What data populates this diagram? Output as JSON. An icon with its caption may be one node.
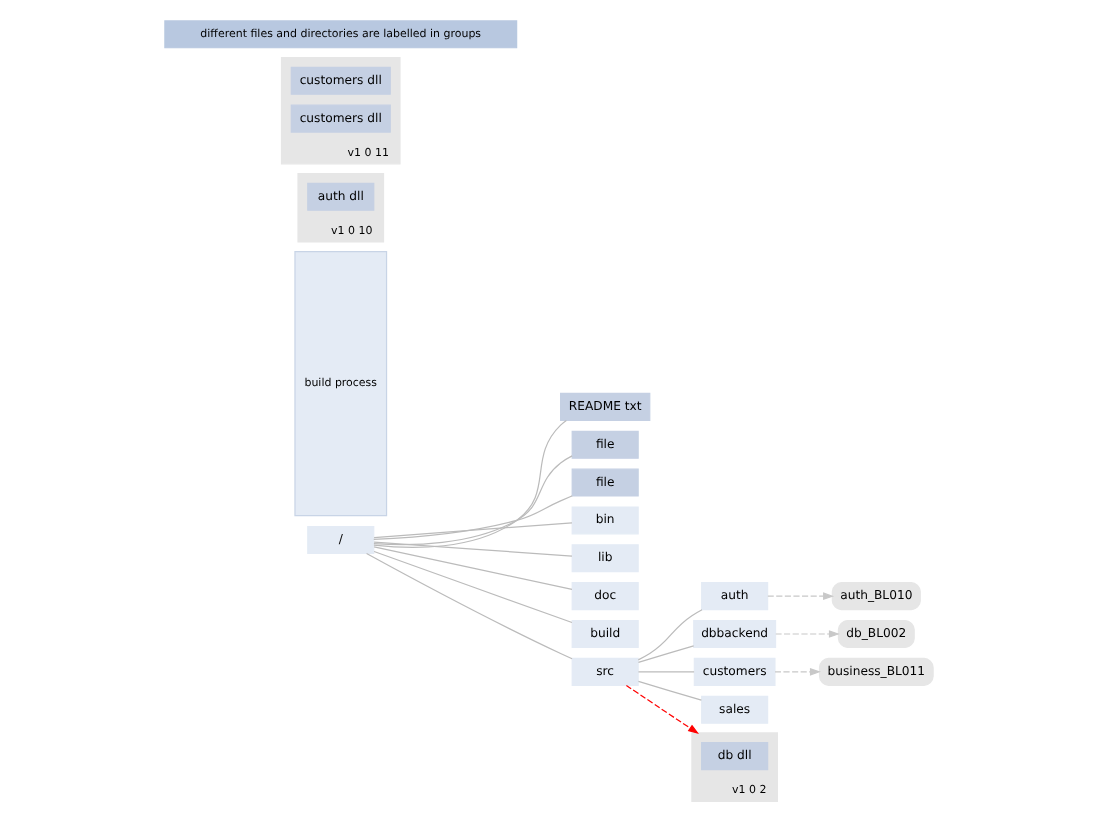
{
  "diagram": {
    "nodes": [
      {
        "text": [
          "/"
        ]
      },
      {
        "text": [
          "README txt"
        ]
      },
      {
        "text": [
          "file"
        ]
      },
      {
        "text": [
          "file"
        ]
      },
      {
        "text": [
          "bin"
        ]
      },
      {
        "text": [
          "lib"
        ]
      },
      {
        "text": [
          "doc"
        ]
      },
      {
        "text": [
          "build"
        ]
      },
      {
        "text": [
          "src"
        ]
      },
      {
        "text": [
          "auth"
        ]
      },
      {
        "text": [
          "dbbackend"
        ]
      },
      {
        "text": [
          "customers"
        ]
      },
      {
        "text": [
          "sales"
        ]
      },
      {
        "text": [
          "auth_BL010"
        ]
      },
      {
        "text": [
          "db_BL002"
        ]
      },
      {
        "text": [
          "business_BL011"
        ]
      },
      {
        "text": [
          "build process"
        ]
      },
      {
        "text": [
          "v1 0 10"
        ]
      },
      {
        "text": [
          "auth dll"
        ],
        "in": 17
      },
      {
        "text": [
          "v1 0 2"
        ]
      },
      {
        "text": [
          "db dll"
        ],
        "in": 19
      },
      {
        "text": [
          "v1 0 11"
        ]
      },
      {
        "text": [
          "customers dll"
        ],
        "in": 21
      },
      {
        "text": [
          "customers dll"
        ],
        "in": 21
      },
      {
        "text": [
          "different files and directories are labelled in groups"
        ]
      }
    ],
    "edges": [
      {
        "from": 0,
        "to": 1,
        "arrow": "none"
      },
      {
        "from": 0,
        "to": 2,
        "arrow": "none"
      },
      {
        "from": 0,
        "to": 3,
        "arrow": "none"
      },
      {
        "from": 0,
        "to": 4,
        "arrow": "none"
      },
      {
        "from": 0,
        "to": 5,
        "arrow": "none"
      },
      {
        "from": 0,
        "to": 6,
        "arrow": "none"
      },
      {
        "from": 0,
        "to": 7,
        "arrow": "none"
      },
      {
        "from": 0,
        "to": 8,
        "arrow": "none"
      },
      {
        "from": 8,
        "to": 9,
        "arrow": "none"
      },
      {
        "from": 8,
        "to": 10,
        "arrow": "none"
      },
      {
        "from": 8,
        "to": 11,
        "arrow": "none"
      },
      {
        "from": 8,
        "to": 12,
        "arrow": "none"
      },
      {
        "from": 9,
        "to": 13,
        "arrow": "to",
        "style": "dashed",
        "color": "#c8c8c8"
      },
      {
        "from": 10,
        "to": 14,
        "arrow": "to",
        "style": "dashed",
        "color": "#c8c8c8"
      },
      {
        "from": 11,
        "to": 15,
        "arrow": "to",
        "style": "dashed",
        "color": "#c8c8c8"
      },
      {
        "from": 8,
        "to": 19,
        "arrow": "to",
        "style": "dashed",
        "color": "#ff0000"
      }
    ]
  }
}
